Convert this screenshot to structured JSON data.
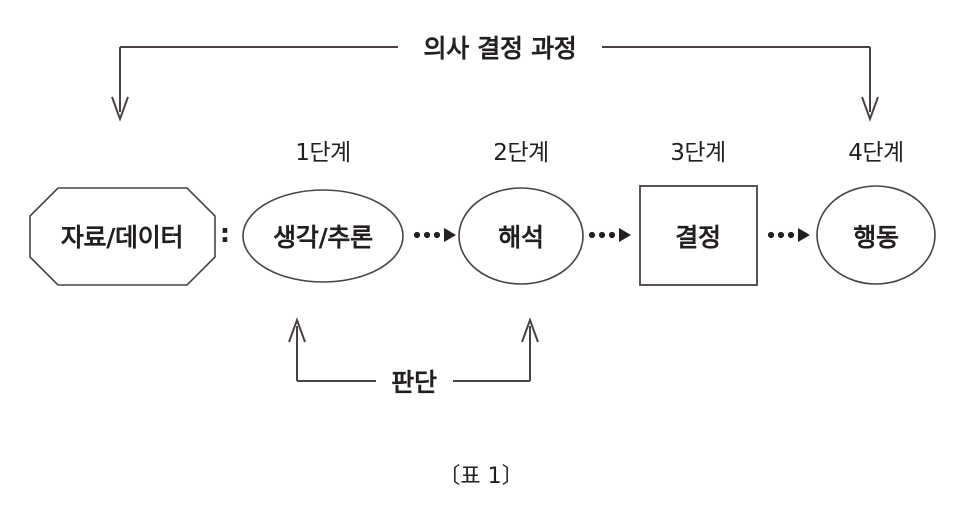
{
  "diagram": {
    "title": "의사 결정 과정",
    "caption": "〔표 1〕",
    "separator": ":",
    "line_color": "#4a4240",
    "text_color": "#231f1e",
    "source_node": {
      "label": "자료/데이터",
      "shape": "octagon"
    },
    "judgment_bracket": {
      "label": "판단",
      "spans": [
        "1단계",
        "2단계"
      ]
    },
    "stages": [
      {
        "stage_label": "1단계",
        "node_label": "생각/추론",
        "shape": "ellipse"
      },
      {
        "stage_label": "2단계",
        "node_label": "해석",
        "shape": "ellipse"
      },
      {
        "stage_label": "3단계",
        "node_label": "결정",
        "shape": "rectangle"
      },
      {
        "stage_label": "4단계",
        "node_label": "행동",
        "shape": "ellipse"
      }
    ],
    "connectors": [
      {
        "name": "thinking-to-interpretation",
        "style": "dotted-arrow"
      },
      {
        "name": "interpretation-to-decision",
        "style": "dotted-arrow"
      },
      {
        "name": "decision-to-action",
        "style": "dotted-arrow"
      }
    ]
  }
}
